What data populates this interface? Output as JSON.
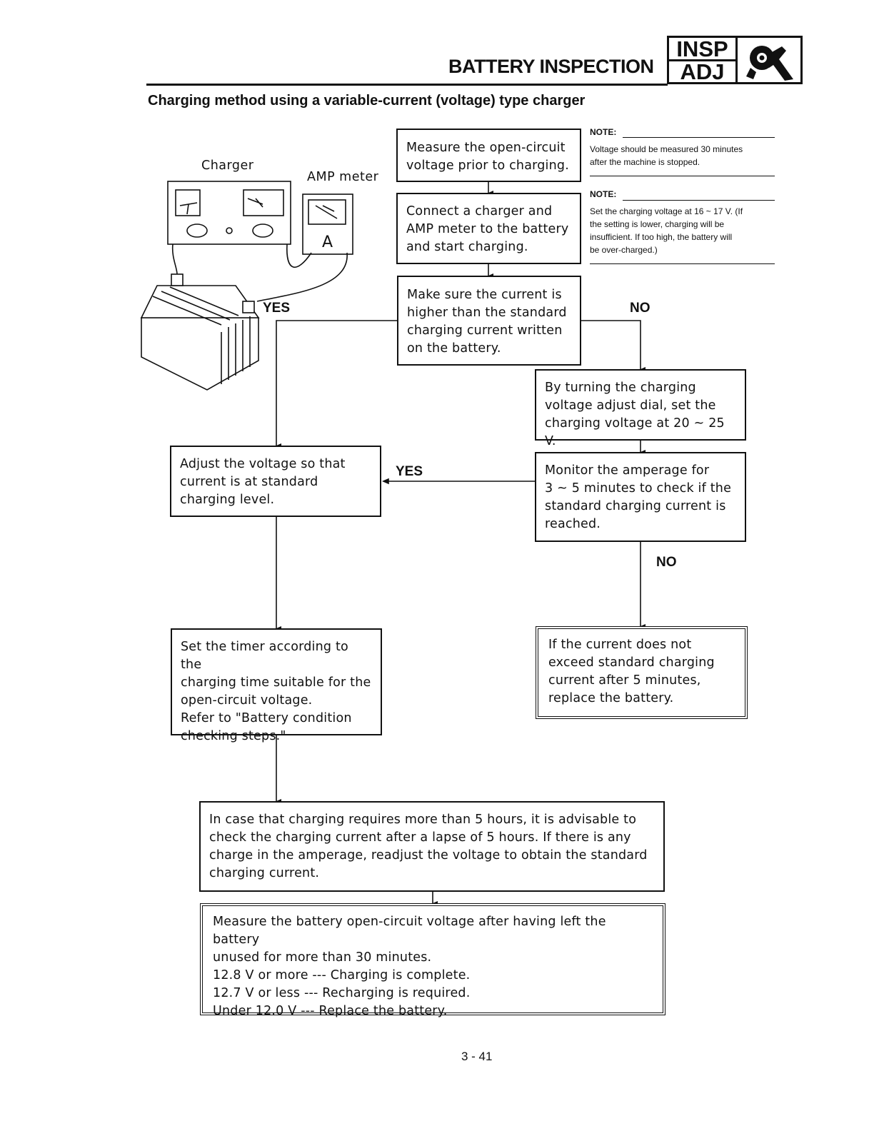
{
  "header": {
    "title": "BATTERY INSPECTION",
    "badge_top": "INSP",
    "badge_bottom": "ADJ",
    "badge_icon": "wrench-inspection-icon"
  },
  "subtitle": "Charging method using a variable-current (voltage) type charger",
  "illustration": {
    "charger_label": "Charger",
    "amp_meter_label": "AMP meter",
    "amp_meter_symbol": "A",
    "icon": "battery-charger-diagram"
  },
  "notes": [
    {
      "title": "NOTE:",
      "text": "Voltage should be measured 30 minutes\nafter the machine is stopped."
    },
    {
      "title": "NOTE:",
      "text": "Set the charging voltage at 16 ~ 17 V. (If\nthe setting is lower, charging will be\ninsufficient. If too high, the battery will\nbe over-charged.)"
    }
  ],
  "steps": {
    "measure_ocv": "Measure the open-circuit\nvoltage prior to charging.",
    "connect": "Connect a charger and\nAMP meter to the battery\nand start charging.",
    "check_current": "Make sure the current is\nhigher than the standard\ncharging current written\non the battery.",
    "turn_dial": "By turning the charging\nvoltage adjust dial, set the\ncharging voltage at 20 ~ 25 V.",
    "adjust_voltage": "Adjust the voltage so that\ncurrent is at standard\ncharging level.",
    "monitor": "Monitor the amperage for\n3 ~ 5 minutes to check if the\nstandard charging current is\nreached.",
    "set_timer": "Set the timer according to the\ncharging time suitable for the\nopen-circuit voltage.\nRefer to \"Battery condition\nchecking steps.\"",
    "replace": "If the current does not\nexceed standard charging\ncurrent after 5 minutes,\nreplace the battery.",
    "long_charge": "In case that charging requires more than 5 hours, it is advisable to\ncheck the charging current after a lapse of 5 hours. If there is any\ncharge in the amperage, readjust the voltage to obtain the standard\ncharging current.",
    "final_measure": "Measure the battery open-circuit voltage after having left the battery\nunused for more than 30 minutes.\n12.8 V or more --- Charging is complete.\n12.7 V or less --- Recharging is required.\nUnder 12.0 V --- Replace the battery."
  },
  "flow_labels": {
    "yes_1": "YES",
    "no_1": "NO",
    "yes_2": "YES",
    "no_2": "NO"
  },
  "page_number": "3 - 41"
}
